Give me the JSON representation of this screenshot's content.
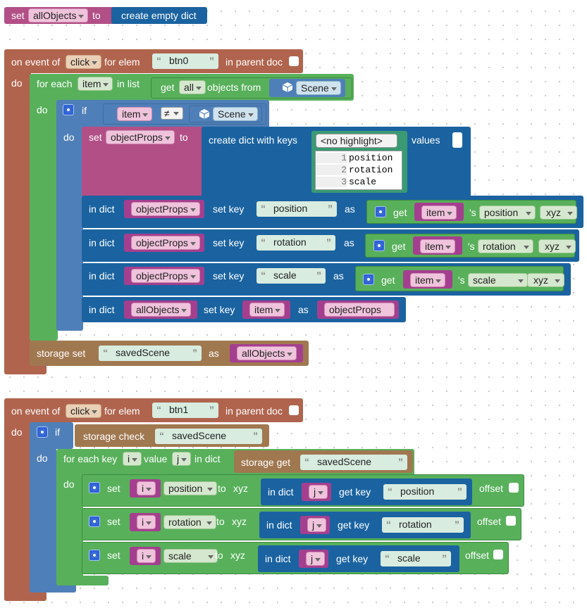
{
  "var_set": {
    "set": "set",
    "var": "allObjects",
    "to": "to",
    "value": "create empty dict"
  },
  "event1": {
    "on_event": "on event of",
    "event": "click",
    "for_elem": "for elem",
    "elem": "btn0",
    "in_parent": "in parent doc",
    "do": "do",
    "foreach": {
      "label": "for each",
      "item": "item",
      "in_list": "in list",
      "get": "get",
      "all": "all",
      "objects_from": "objects from",
      "scene": "Scene",
      "do": "do"
    },
    "if": {
      "if": "if",
      "item": "item",
      "op": "≠",
      "scene": "Scene",
      "do": "do"
    },
    "set_props": {
      "set": "set",
      "var": "objectProps",
      "to": "to",
      "create": "create dict with keys",
      "highlight": "<no highlight>",
      "values": "values",
      "lines": [
        "1",
        "2",
        "3"
      ],
      "code": [
        "position",
        "rotation",
        "scale"
      ]
    },
    "rows": [
      {
        "in_dict": "in dict",
        "dict": "objectProps",
        "set_key": "set key",
        "key": "position",
        "as": "as",
        "get": "get",
        "item": "item",
        "s": "'s",
        "prop": "position",
        "xyz": "xyz"
      },
      {
        "in_dict": "in dict",
        "dict": "objectProps",
        "set_key": "set key",
        "key": "rotation",
        "as": "as",
        "get": "get",
        "item": "item",
        "s": "'s",
        "prop": "rotation",
        "xyz": "xyz"
      },
      {
        "in_dict": "in dict",
        "dict": "objectProps",
        "set_key": "set key",
        "key": "scale",
        "as": "as",
        "get": "get",
        "item": "item",
        "s": "'s",
        "prop": "scale",
        "xyz": "xyz"
      }
    ],
    "last": {
      "in_dict": "in dict",
      "dict": "allObjects",
      "set_key": "set key",
      "key": "item",
      "as": "as",
      "val": "objectProps"
    },
    "storage": {
      "label": "storage set",
      "key": "savedScene",
      "as": "as",
      "val": "allObjects"
    }
  },
  "event2": {
    "on_event": "on event of",
    "event": "click",
    "for_elem": "for elem",
    "elem": "btn1",
    "in_parent": "in parent doc",
    "do": "do",
    "if": {
      "if": "if",
      "check": "storage check",
      "key": "savedScene",
      "do": "do"
    },
    "foreach": {
      "label": "for each key",
      "key": "i",
      "value": "value",
      "val": "j",
      "in_dict": "in dict",
      "storage_get": "storage get",
      "skey": "savedScene",
      "do": "do"
    },
    "rows": [
      {
        "set": "set",
        "i": "i",
        "prop": "position",
        "to": "to",
        "xyz": "xyz",
        "in_dict": "in dict",
        "j": "j",
        "get_key": "get key",
        "key": "position",
        "offset": "offset"
      },
      {
        "set": "set",
        "i": "i",
        "prop": "rotation",
        "to": "to",
        "xyz": "xyz",
        "in_dict": "in dict",
        "j": "j",
        "get_key": "get key",
        "key": "rotation",
        "offset": "offset"
      },
      {
        "set": "set",
        "i": "i",
        "prop": "scale",
        "to": "to",
        "xyz": "xyz",
        "in_dict": "in dict",
        "j": "j",
        "get_key": "get key",
        "key": "scale",
        "offset": "offset"
      }
    ]
  }
}
